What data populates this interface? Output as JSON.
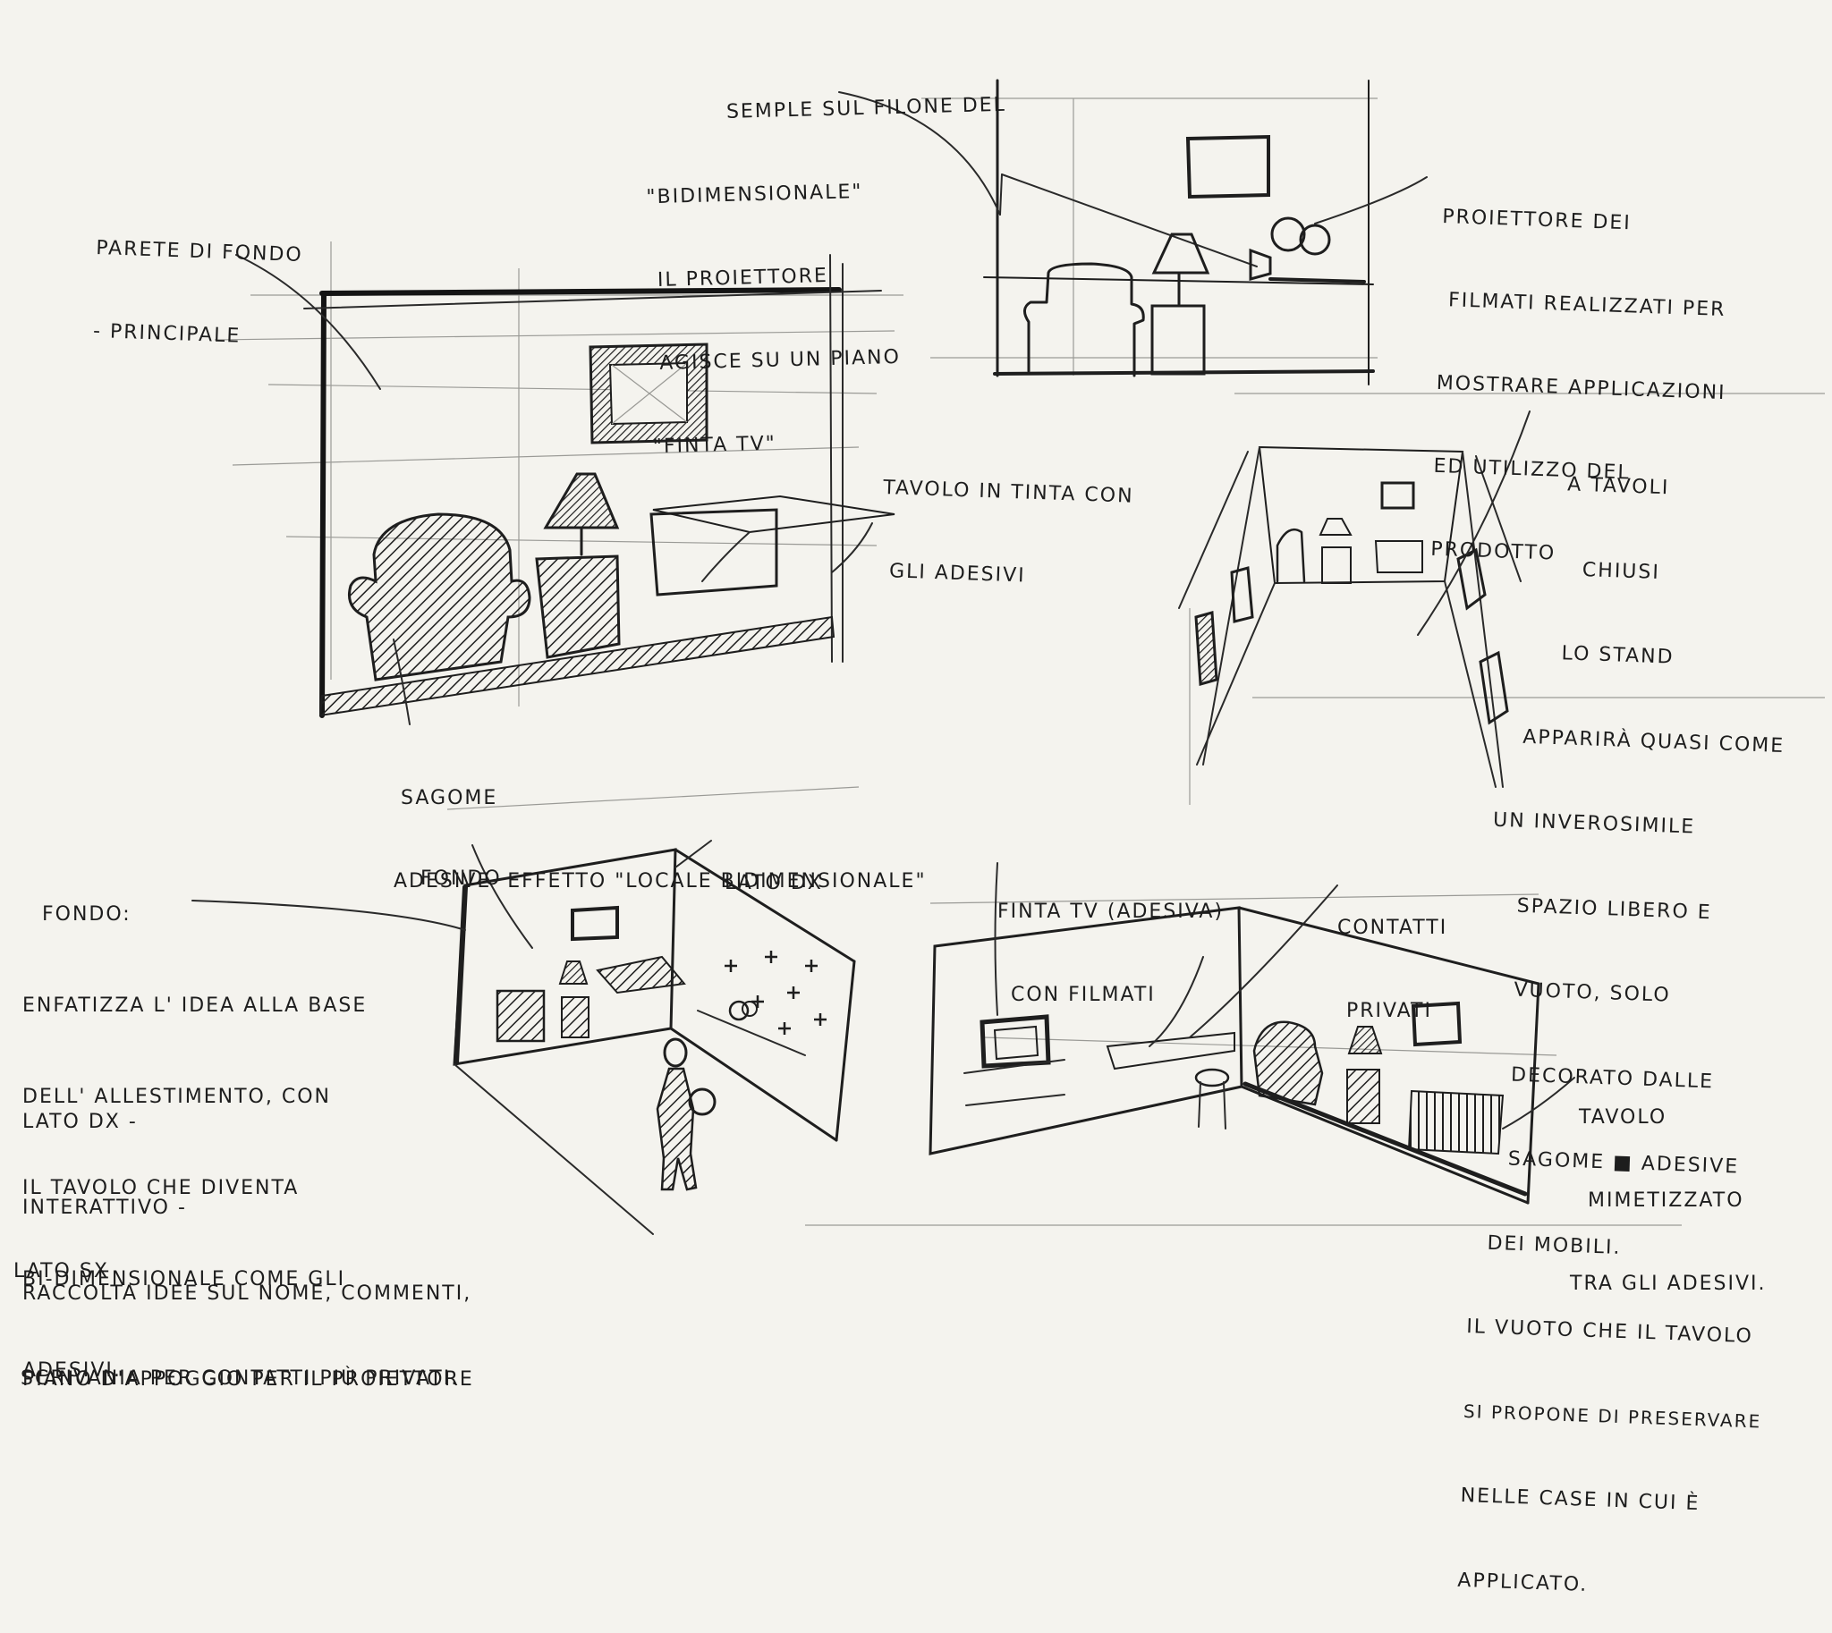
{
  "annotations": {
    "semplice": [
      "SEMPLE SUL FILONE DEL",
      "\"BIDIMENSIONALE\"",
      "IL PROIETTORE",
      "AGISCE SU UN PIANO",
      "\"FINTA TV\""
    ],
    "parete": [
      "PARETE DI FONDO",
      "- PRINCIPALE"
    ],
    "proiettore": [
      "PROIETTORE DEI",
      "FILMATI REALIZZATI PER",
      "MOSTRARE APPLICAZIONI",
      "ED UTILIZZO DEL",
      "PRODOTTO"
    ],
    "tavolo_tinta": [
      "TAVOLO IN TINTA CON",
      "GLI ADESIVI"
    ],
    "sagome": [
      "SAGOME",
      "ADESIVE  EFFETTO \"LOCALE BIDIMENSIONALE\""
    ],
    "tavoli_chiusi": [
      "A TAVOLI",
      "CHIUSI",
      "LO STAND",
      "APPARIRÀ QUASI COME",
      "UN INVEROSIMILE",
      "SPAZIO LIBERO E",
      "VUOTO, SOLO",
      "DECORATO DALLE",
      "SAGOME ■ ADESIVE",
      "DEI MOBILI.",
      "IL VUOTO CHE IL TAVOLO",
      "SI PROPONE DI PRESERVARE",
      "NELLE CASE IN CUI È",
      "APPLICATO."
    ],
    "fondo_label": "FONDO",
    "lato_dx_label": "LATO DX",
    "finta_tv": [
      "FINTA TV (ADESIVA)",
      "CON FILMATI"
    ],
    "contatti": [
      "CONTATTI",
      "PRIVATI"
    ],
    "fondo_desc": [
      "FONDO:",
      "ENFATIZZA L' IDEA ALLA BASE",
      "DELL' ALLESTIMENTO, CON",
      "IL TAVOLO CHE DIVENTA",
      "BI-DIMENSIONALE COME GLI",
      "ADESIVI."
    ],
    "lato_dx_desc": [
      "LATO DX -",
      "INTERATTIVO -",
      "RACCOLTA IDEE SUL NOME, COMMENTI,",
      "PIANO D'APPOGGIO PER IL PROIETTORE"
    ],
    "lato_sx_desc": [
      "LATO SX",
      "SCRIVANIA PER CONTATTI PIÙ PRIVATI."
    ],
    "tavolo_mimetizzato": [
      "TAVOLO",
      "MIMETIZZATO",
      "TRA GLI ADESIVI."
    ]
  },
  "colors": {
    "paper": "#f4f3ee",
    "ink": "#1e1e1e",
    "pencil": "#9a9a96"
  }
}
